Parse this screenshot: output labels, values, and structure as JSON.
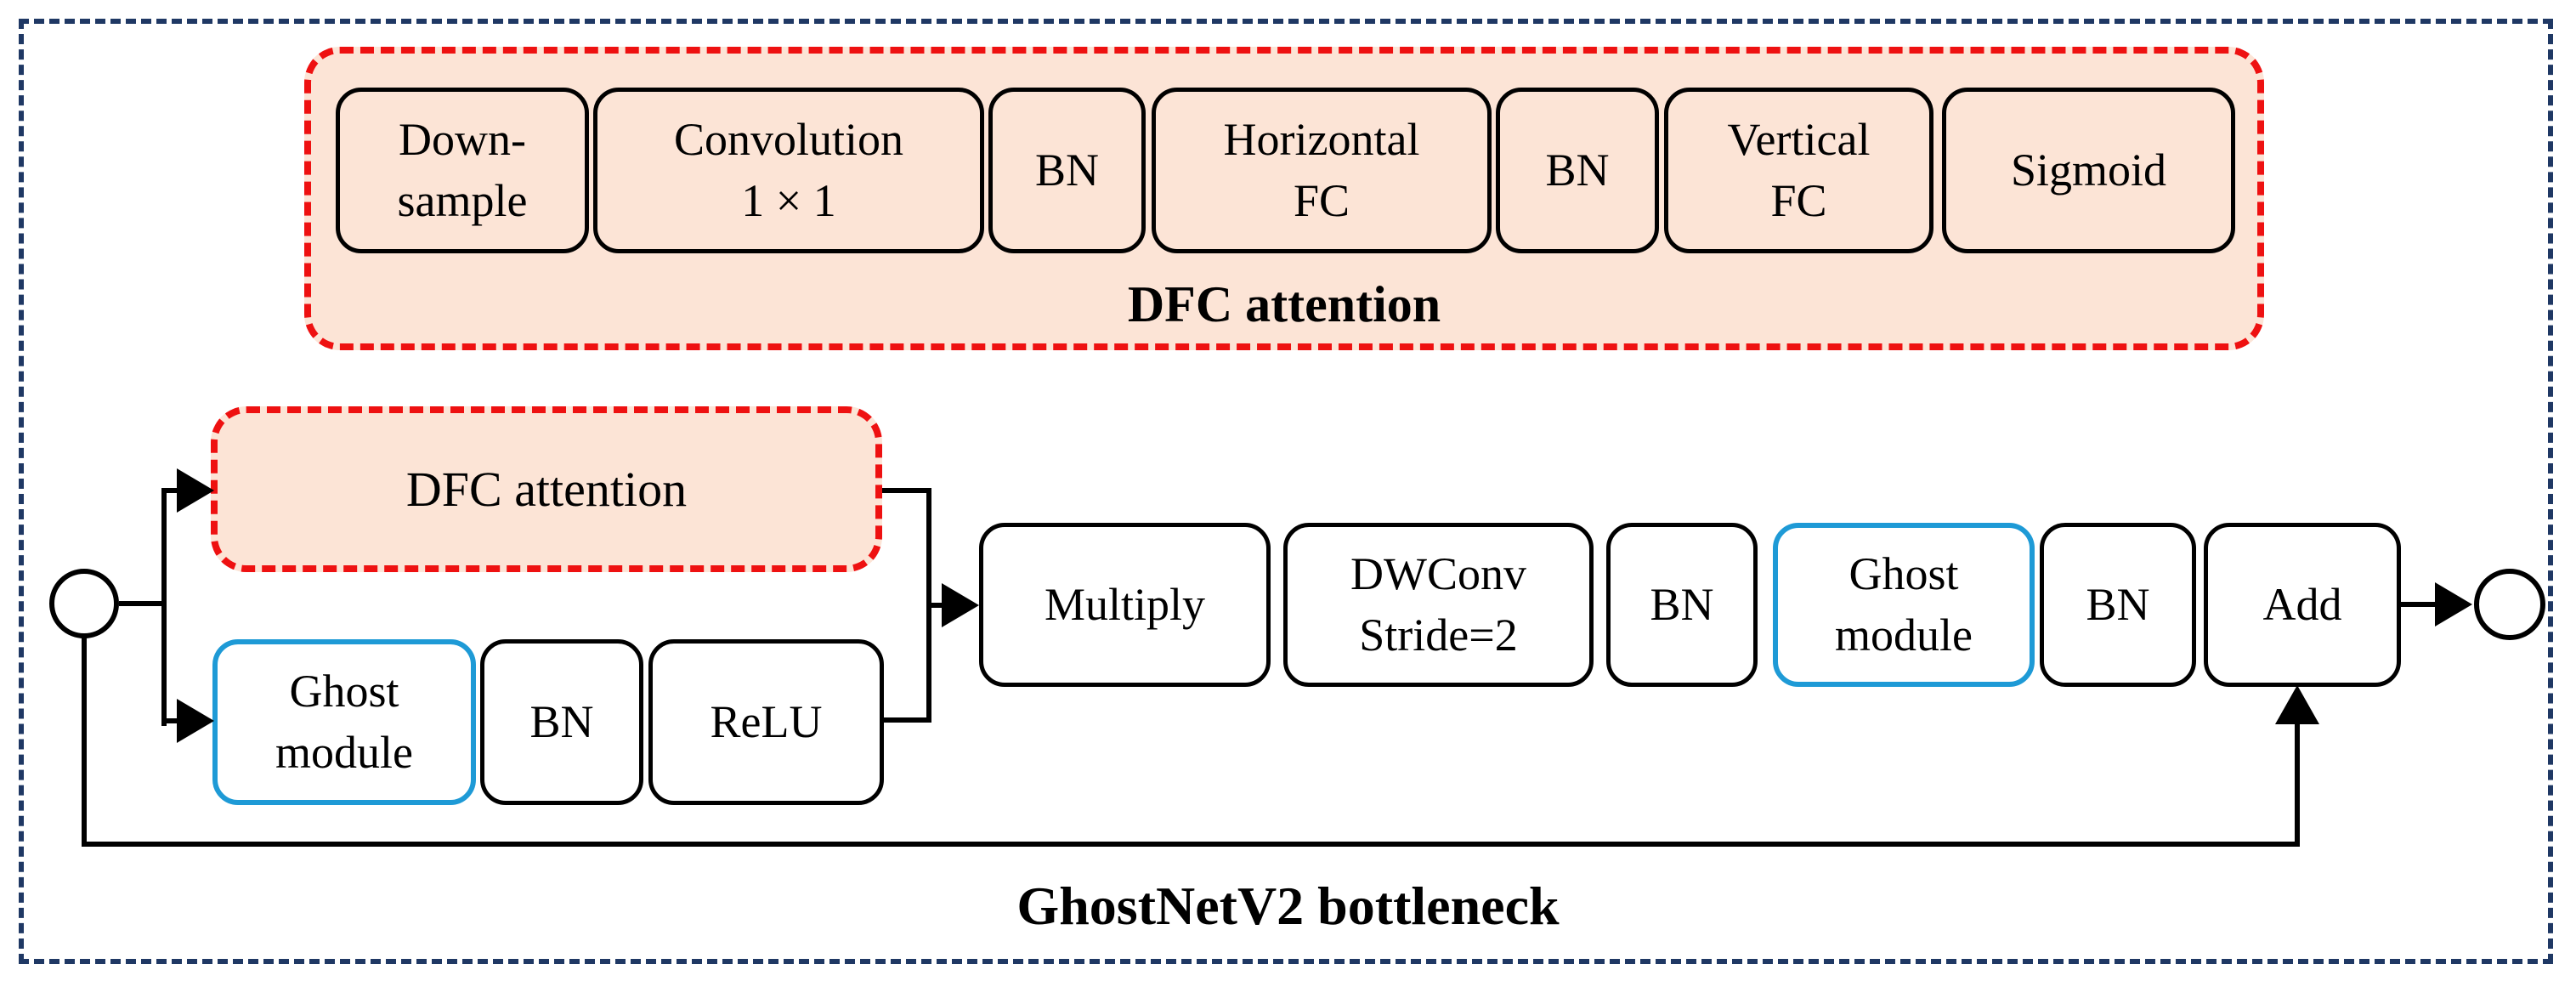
{
  "colors": {
    "peach_fill": "#FCE4D6",
    "red_dashed_border": "#EE1111",
    "navy_dashed_border": "#1F3864",
    "blue_box_border": "#1E9AD6",
    "line_black": "#000000"
  },
  "dfc_detail": {
    "caption": "DFC attention",
    "boxes": [
      {
        "label": "Down-\nsample"
      },
      {
        "label": "Convolution\n1 × 1"
      },
      {
        "label": "BN"
      },
      {
        "label": "Horizontal\nFC"
      },
      {
        "label": "BN"
      },
      {
        "label": "Vertical\nFC"
      },
      {
        "label": "Sigmoid"
      }
    ]
  },
  "bottleneck": {
    "caption": "GhostNetV2 bottleneck",
    "dfc_box": {
      "label": "DFC attention"
    },
    "branch_boxes": [
      {
        "label": "Ghost\nmodule"
      },
      {
        "label": "BN"
      },
      {
        "label": "ReLU"
      }
    ],
    "main_boxes": [
      {
        "label": "Multiply"
      },
      {
        "label": "DWConv\nStride=2"
      },
      {
        "label": "BN"
      },
      {
        "label": "Ghost\nmodule"
      },
      {
        "label": "BN"
      },
      {
        "label": "Add"
      }
    ]
  }
}
